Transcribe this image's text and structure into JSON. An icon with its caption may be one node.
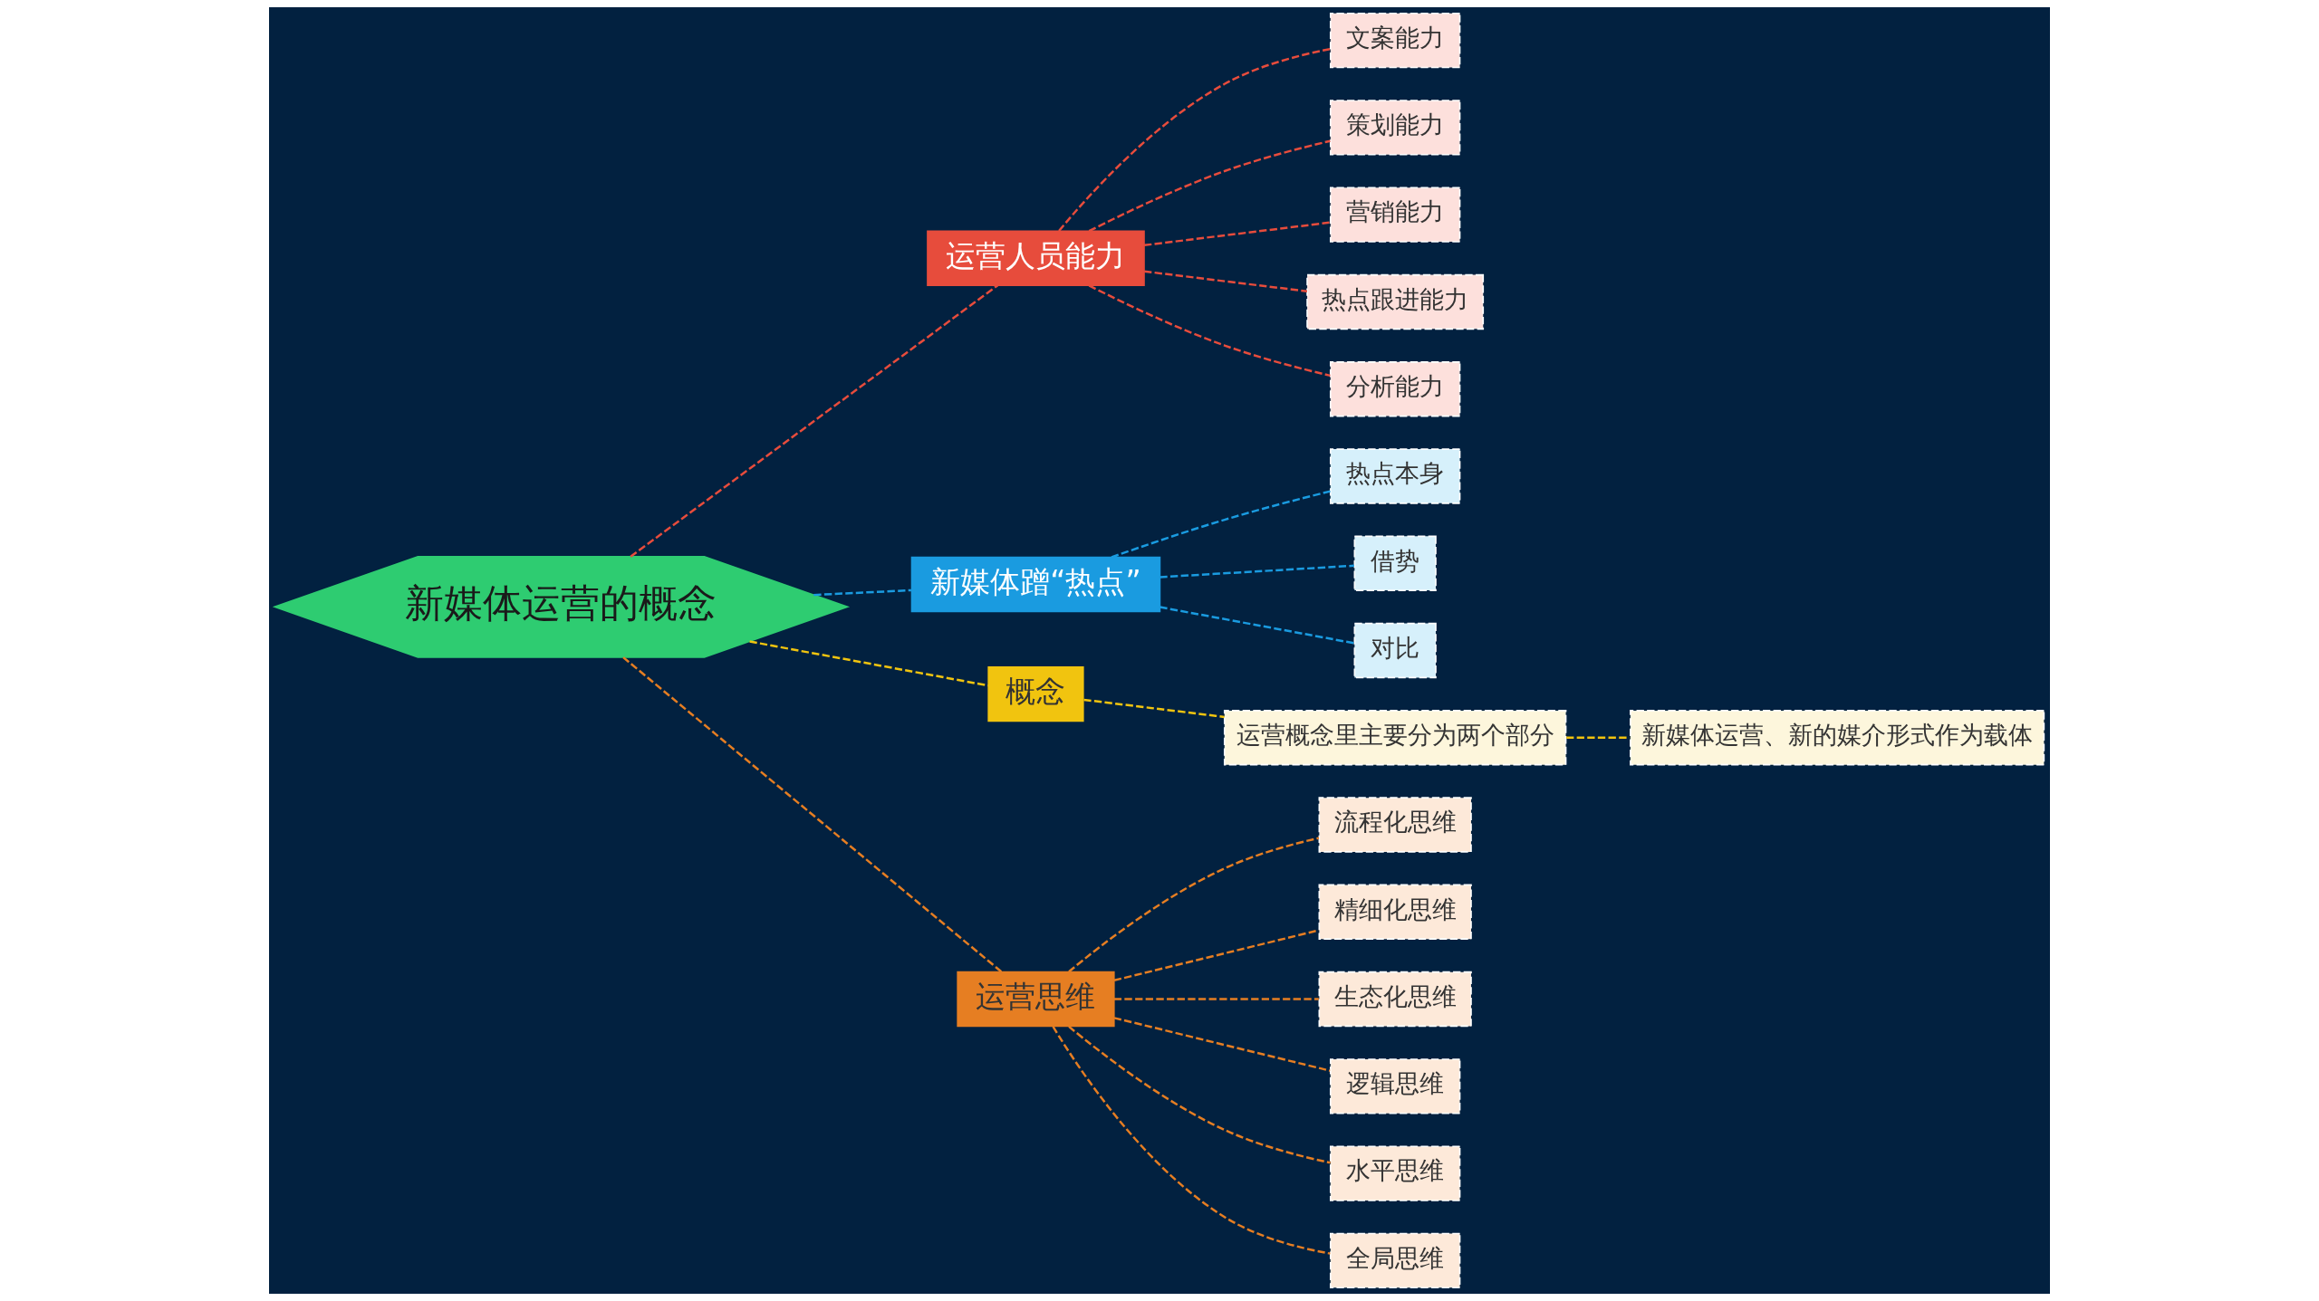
{
  "diagram": {
    "nodes": [
      {
        "text": [
          "新媒体运营的概念"
        ]
      },
      {
        "text": [
          "运营人员能力"
        ]
      },
      {
        "text": [
          "文案能力"
        ]
      },
      {
        "text": [
          "策划能力"
        ]
      },
      {
        "text": [
          "营销能力"
        ]
      },
      {
        "text": [
          "热点跟进能力"
        ]
      },
      {
        "text": [
          "分析能力"
        ]
      },
      {
        "text": [
          "新媒体蹭“热点”"
        ]
      },
      {
        "text": [
          "热点本身"
        ]
      },
      {
        "text": [
          "借势"
        ]
      },
      {
        "text": [
          "对比"
        ]
      },
      {
        "text": [
          "概念"
        ]
      },
      {
        "text": [
          "运营概念里主要分为两个部分"
        ]
      },
      {
        "text": [
          "新媒体运营、新的媒介形式作为载体"
        ]
      },
      {
        "text": [
          "运营思维"
        ]
      },
      {
        "text": [
          "流程化思维"
        ]
      },
      {
        "text": [
          "精细化思维"
        ]
      },
      {
        "text": [
          "生态化思维"
        ]
      },
      {
        "text": [
          "逻辑思维"
        ]
      },
      {
        "text": [
          "水平思维"
        ]
      },
      {
        "text": [
          "全局思维"
        ]
      }
    ],
    "edges": [
      {
        "from": 0,
        "to": 1,
        "arrow": "none",
        "style": "dashed",
        "color": "#e74c3c"
      },
      {
        "from": 1,
        "to": 2,
        "arrow": "none",
        "style": "dashed",
        "color": "#e74c3c"
      },
      {
        "from": 1,
        "to": 3,
        "arrow": "none",
        "style": "dashed",
        "color": "#e74c3c"
      },
      {
        "from": 1,
        "to": 4,
        "arrow": "none",
        "style": "dashed",
        "color": "#e74c3c"
      },
      {
        "from": 1,
        "to": 5,
        "arrow": "none",
        "style": "dashed",
        "color": "#e74c3c"
      },
      {
        "from": 1,
        "to": 6,
        "arrow": "none",
        "style": "dashed",
        "color": "#e74c3c"
      },
      {
        "from": 0,
        "to": 7,
        "arrow": "none",
        "style": "dashed",
        "color": "#1a9be0"
      },
      {
        "from": 7,
        "to": 8,
        "arrow": "none",
        "style": "dashed",
        "color": "#1a9be0"
      },
      {
        "from": 7,
        "to": 9,
        "arrow": "none",
        "style": "dashed",
        "color": "#1a9be0"
      },
      {
        "from": 7,
        "to": 10,
        "arrow": "none",
        "style": "dashed",
        "color": "#1a9be0"
      },
      {
        "from": 0,
        "to": 11,
        "arrow": "none",
        "style": "dashed",
        "color": "#f1c40f"
      },
      {
        "from": 11,
        "to": 12,
        "arrow": "none",
        "style": "dashed",
        "color": "#f1c40f"
      },
      {
        "from": 12,
        "to": 13,
        "arrow": "none",
        "style": "dashed",
        "color": "#f1c40f"
      },
      {
        "from": 0,
        "to": 14,
        "arrow": "none",
        "style": "dashed",
        "color": "#e67e22"
      },
      {
        "from": 14,
        "to": 15,
        "arrow": "none",
        "style": "dashed",
        "color": "#e67e22"
      },
      {
        "from": 14,
        "to": 16,
        "arrow": "none",
        "style": "dashed",
        "color": "#e67e22"
      },
      {
        "from": 14,
        "to": 17,
        "arrow": "none",
        "style": "dashed",
        "color": "#e67e22"
      },
      {
        "from": 14,
        "to": 18,
        "arrow": "none",
        "style": "dashed",
        "color": "#e67e22"
      },
      {
        "from": 14,
        "to": 19,
        "arrow": "none",
        "style": "dashed",
        "color": "#e67e22"
      },
      {
        "from": 14,
        "to": 20,
        "arrow": "none",
        "style": "dashed",
        "color": "#e67e22"
      }
    ]
  }
}
